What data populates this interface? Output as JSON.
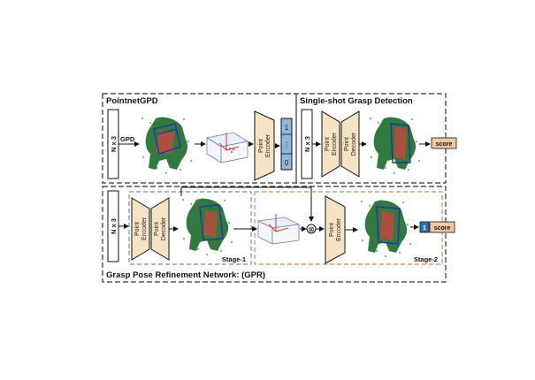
{
  "panels": {
    "pointnetgpd": {
      "title": "PointnetGPD",
      "input_label": "N x 3",
      "arrow_label": "GPD",
      "encoder_label": [
        "Point",
        "Encoder"
      ],
      "output_vector": [
        "1",
        "⋮",
        "0"
      ]
    },
    "single_shot": {
      "title": "Single-shot Grasp Detection",
      "input_label": "N x 3",
      "encoder_label": [
        "Point",
        "Encoder"
      ],
      "decoder_label": [
        "Point",
        "Decoder"
      ],
      "score_label": "score"
    },
    "gpr": {
      "title": "Grasp Pose Refinement Network: (GPR)",
      "input_label": "N x 3",
      "encoder_label": [
        "Point",
        "Encoder"
      ],
      "decoder_label": [
        "Point",
        "Decoder"
      ],
      "stage1_label": "Stage-1",
      "stage2_label": "Stage-2",
      "multiply_symbol": "⊗",
      "stage2_encoder_label": [
        "Point",
        "Encoder"
      ],
      "output_index": "1",
      "score_label": "score"
    }
  },
  "colors": {
    "encoder_fill": "#f6e3c4",
    "score_fill": "#f2c9a6",
    "vector_fill": "#8fb6dc",
    "index_fill": "#2f6fb5",
    "stage1_border": "#6b8fb8",
    "stage2_border": "#d98a55",
    "point_cloud": "#2f7a3c",
    "grasp_box": "#2a2fa8",
    "grasp_region": "#d94040"
  }
}
